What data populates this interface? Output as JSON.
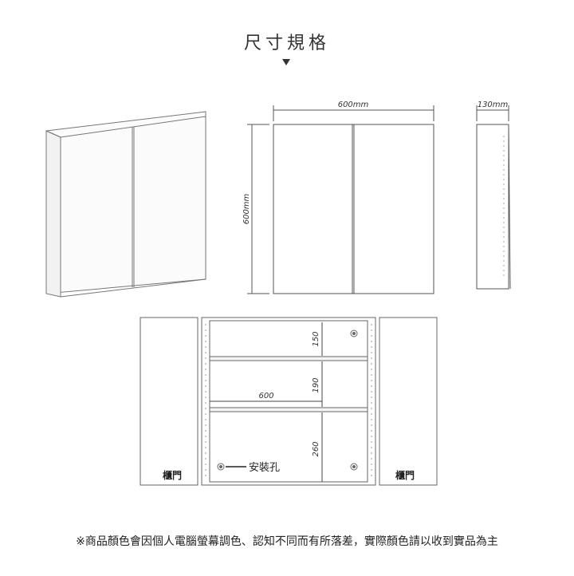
{
  "title": "尺寸規格",
  "dims": {
    "width": "600mm",
    "depth": "130mm",
    "height": "600mm",
    "shelf1": "150",
    "shelf2": "190",
    "shelf3": "260",
    "inner_width": "600"
  },
  "labels": {
    "mount_hole": "安裝孔",
    "door_left": "櫃門",
    "door_right": "櫃門"
  },
  "footnote": "※商品顏色會因個人電腦螢幕調色、認知不同而有所落差，實際顏色請以收到實品為主"
}
